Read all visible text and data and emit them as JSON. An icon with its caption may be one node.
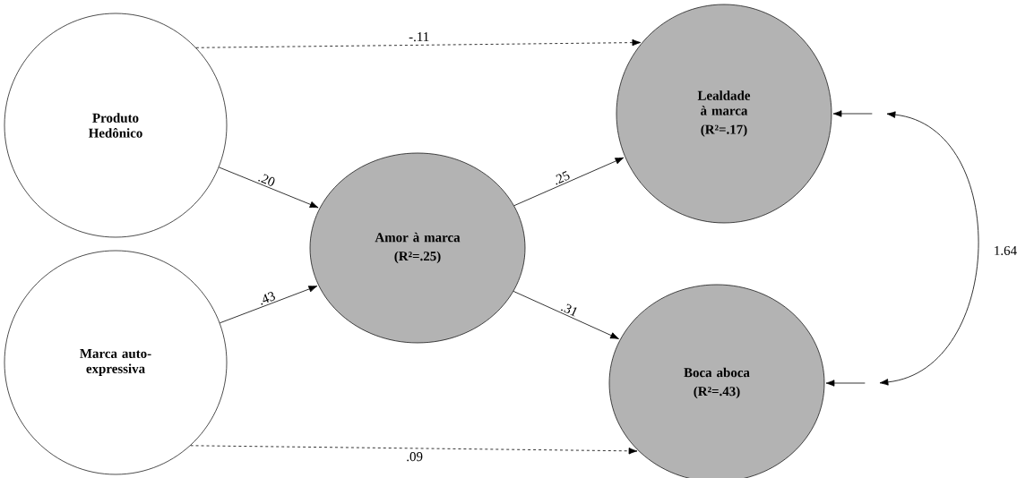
{
  "diagram": {
    "nodes": [
      {
        "text": [
          "Produto Hedônico"
        ]
      },
      {
        "text": [
          "Marca auto-expressiva"
        ]
      },
      {
        "text": [
          "Amor à marca",
          "(R²=.25)"
        ]
      },
      {
        "text": [
          "Lealdade à marca",
          "(R²=.17)"
        ]
      },
      {
        "text": [
          "Boca aboca",
          "(R²=.43)"
        ]
      }
    ],
    "edges": [
      {
        "from": 0,
        "to": 3,
        "arrow": "to",
        "label": "-.11",
        "style": "dashed"
      },
      {
        "from": 0,
        "to": 2,
        "arrow": "to",
        "label": ".20"
      },
      {
        "from": 2,
        "to": 3,
        "arrow": "to",
        "label": ".25"
      },
      {
        "from": 1,
        "to": 2,
        "arrow": "to",
        "label": ".43"
      },
      {
        "from": 2,
        "to": 4,
        "arrow": "to",
        "label": ".31"
      },
      {
        "from": 1,
        "to": 4,
        "arrow": "to",
        "label": ".09",
        "style": "dashed"
      },
      {
        "from": null,
        "to": 3,
        "arrow": "to"
      },
      {
        "from": null,
        "to": 4,
        "arrow": "to"
      },
      {
        "from": 3,
        "to": 4,
        "arrow": "both",
        "label": "1.64"
      }
    ]
  }
}
